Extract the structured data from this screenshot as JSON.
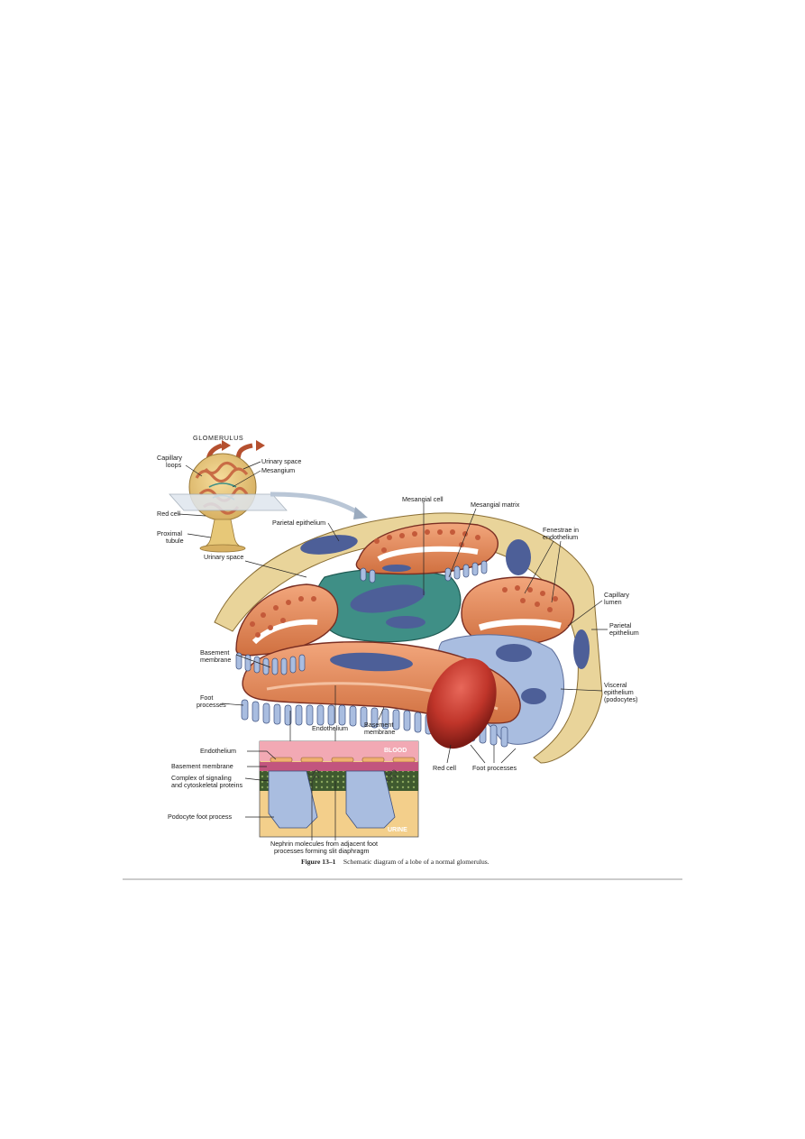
{
  "figure": {
    "caption_label": "Figure 13–1",
    "caption_text": "Schematic diagram of a lobe of a normal glomerulus."
  },
  "inset_labels": {
    "title": "GLOMERULUS",
    "capillary_loops": [
      "Capillary",
      "loops"
    ],
    "urinary_space": "Urinary space",
    "mesangium": "Mesangium",
    "red_cell": "Red cell",
    "proximal_tubule": [
      "Proximal",
      "tubule"
    ]
  },
  "main_labels": {
    "mesangial_cell": "Mesangial cell",
    "mesangial_matrix": "Mesangial matrix",
    "parietal_epithelium_top": "Parietal epithelium",
    "fenestrae": [
      "Fenestrae in",
      "endothelium"
    ],
    "urinary_space": "Urinary space",
    "capillary_lumen": [
      "Capillary",
      "lumen"
    ],
    "parietal_epithelium_right": [
      "Parietal",
      "epithelium"
    ],
    "basement_membrane_left": [
      "Basement",
      "membrane"
    ],
    "visceral_epithelium": [
      "Visceral",
      "epithelium",
      "(podocytes)"
    ],
    "foot_processes_left": [
      "Foot",
      "processes"
    ],
    "endothelium": "Endothelium",
    "basement_membrane_bottom": [
      "Basement",
      "membrane"
    ],
    "red_cell": "Red cell",
    "foot_processes_bottom": "Foot processes"
  },
  "detail_labels": {
    "endothelium": "Endothelium",
    "basement_membrane": "Basement membrane",
    "complex": [
      "Complex of signaling",
      "and cytoskeletal proteins"
    ],
    "podocyte_foot_process": "Podocyte foot process",
    "blood_tag": "BLOOD",
    "urine_tag": "URINE",
    "nephrin": [
      "Nephrin molecules from adjacent foot",
      "processes forming slit diaphragm"
    ]
  },
  "colors": {
    "parietal": "#e9d49a",
    "endothelium": "#e08a5e",
    "mesangium": "#3f8f86",
    "podocyte": "#a9bde0",
    "nucleus": "#4d5f98",
    "red_cell": "#c0352a",
    "blood": "#f2a9b4",
    "urine": "#f3cf8b"
  }
}
